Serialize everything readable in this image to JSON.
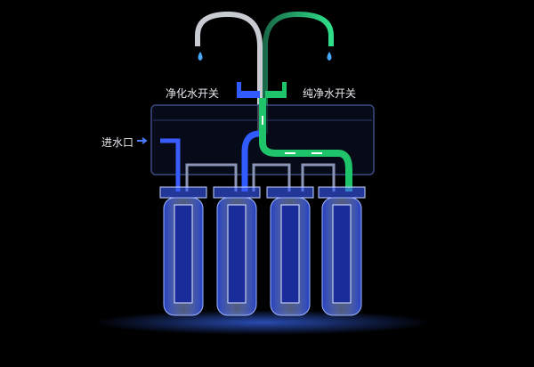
{
  "labels": {
    "purified_switch": "净化水开关",
    "pure_switch": "纯净水开关",
    "inlet": "进水口"
  },
  "colors": {
    "blue": "#2f5bff",
    "green": "#1fc46a",
    "housing": "#3a4a80",
    "glow": "#3a6cff"
  },
  "filters": [
    {
      "name": "filter-1"
    },
    {
      "name": "filter-2"
    },
    {
      "name": "filter-3"
    },
    {
      "name": "filter-4"
    }
  ]
}
